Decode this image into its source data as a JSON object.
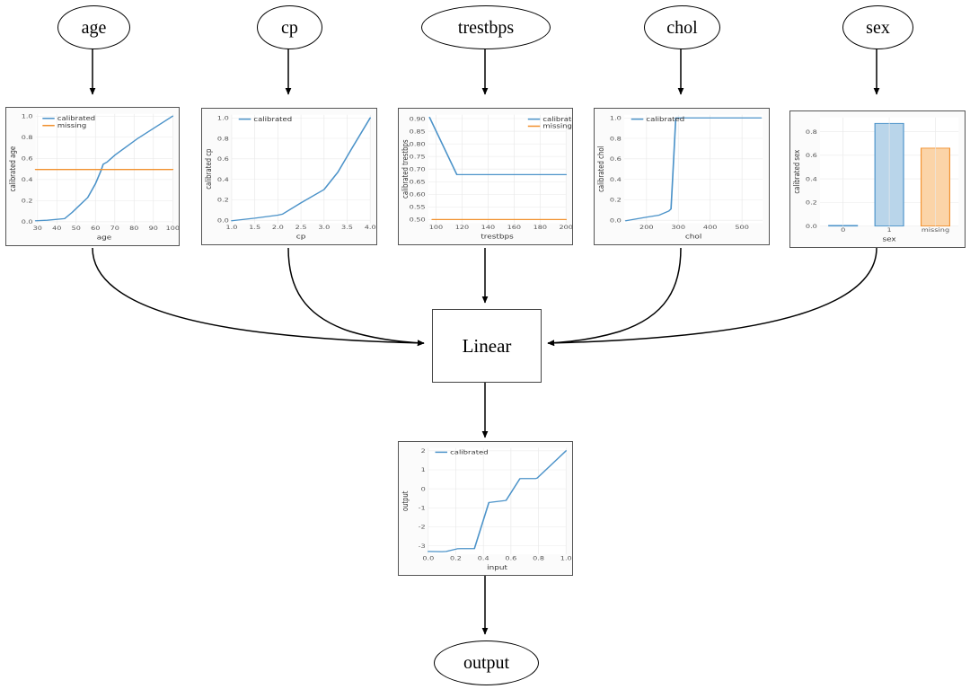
{
  "graph": {
    "input_nodes": [
      {
        "id": "age",
        "label": "age"
      },
      {
        "id": "cp",
        "label": "cp"
      },
      {
        "id": "trestbps",
        "label": "trestbps"
      },
      {
        "id": "chol",
        "label": "chol"
      },
      {
        "id": "sex",
        "label": "sex"
      }
    ],
    "linear_node": {
      "label": "Linear"
    },
    "output_node": {
      "label": "output"
    }
  },
  "legend_labels": {
    "calibrated": "calibrated",
    "missing": "missing"
  },
  "colors": {
    "calibrated": "#4c93c9",
    "missing": "#f1912f",
    "bar_blue_fill": "#b9d5ea",
    "bar_blue_edge": "#4c93c9",
    "bar_orange_fill": "#fbd4a8",
    "bar_orange_edge": "#f1912f",
    "panel_border": "#555555",
    "panel_bg": "#fbfbfb",
    "plot_bg": "#ffffff",
    "grid": "#e9e9e9"
  },
  "chart_data": [
    {
      "id": "age",
      "type": "line",
      "title": "",
      "xlabel": "age",
      "ylabel": "calibrated age",
      "xlim": [
        29,
        100
      ],
      "ylim": [
        -0.02,
        1.02
      ],
      "xticks": [
        30,
        40,
        50,
        60,
        70,
        80,
        90,
        100
      ],
      "yticks": [
        0.0,
        0.2,
        0.4,
        0.6,
        0.8,
        1.0
      ],
      "grid": true,
      "legend": [
        "calibrated",
        "missing"
      ],
      "legend_position": "upper left",
      "series": [
        {
          "name": "calibrated",
          "color": "#4c93c9",
          "x": [
            29,
            35,
            44,
            48,
            52,
            56,
            60,
            63,
            64,
            66,
            70,
            76,
            82,
            88,
            94,
            100
          ],
          "y": [
            0.01,
            0.015,
            0.03,
            0.09,
            0.16,
            0.23,
            0.36,
            0.49,
            0.545,
            0.565,
            0.63,
            0.71,
            0.79,
            0.86,
            0.93,
            1.0
          ]
        },
        {
          "name": "missing",
          "color": "#f1912f",
          "x": [
            29,
            100
          ],
          "y": [
            0.495,
            0.495
          ]
        }
      ]
    },
    {
      "id": "cp",
      "type": "line",
      "title": "",
      "xlabel": "cp",
      "ylabel": "calibrated cp",
      "xlim": [
        1.0,
        4.0
      ],
      "ylim": [
        -0.03,
        1.03
      ],
      "xticks": [
        1.0,
        1.5,
        2.0,
        2.5,
        3.0,
        3.5,
        4.0
      ],
      "yticks": [
        0.0,
        0.2,
        0.4,
        0.6,
        0.8,
        1.0
      ],
      "grid": true,
      "legend": [
        "calibrated"
      ],
      "legend_position": "upper left",
      "series": [
        {
          "name": "calibrated",
          "color": "#4c93c9",
          "x": [
            1.0,
            1.5,
            2.0,
            2.1,
            2.5,
            3.0,
            3.3,
            3.6,
            4.0
          ],
          "y": [
            -0.005,
            0.02,
            0.05,
            0.06,
            0.17,
            0.3,
            0.47,
            0.7,
            1.0
          ]
        }
      ]
    },
    {
      "id": "trestbps",
      "type": "line",
      "title": "",
      "xlabel": "trestbps",
      "ylabel": "calibrated trestbps",
      "xlim": [
        94,
        200
      ],
      "ylim": [
        0.485,
        0.915
      ],
      "xticks": [
        100,
        120,
        140,
        160,
        180,
        200
      ],
      "yticks": [
        0.5,
        0.55,
        0.6,
        0.65,
        0.7,
        0.75,
        0.8,
        0.85,
        0.9
      ],
      "grid": true,
      "legend": [
        "calibrated",
        "missing"
      ],
      "legend_position": "upper right",
      "series": [
        {
          "name": "calibrated",
          "color": "#4c93c9",
          "x": [
            95,
            116,
            120,
            160,
            200
          ],
          "y": [
            0.905,
            0.678,
            0.678,
            0.678,
            0.678
          ]
        },
        {
          "name": "missing",
          "color": "#f1912f",
          "x": [
            97,
            200
          ],
          "y": [
            0.5,
            0.5
          ]
        }
      ]
    },
    {
      "id": "chol",
      "type": "line",
      "title": "",
      "xlabel": "chol",
      "ylabel": "calibrated chol",
      "xlim": [
        130,
        565
      ],
      "ylim": [
        -0.03,
        1.03
      ],
      "xticks": [
        200,
        300,
        400,
        500
      ],
      "yticks": [
        0.0,
        0.2,
        0.4,
        0.6,
        0.8,
        1.0
      ],
      "grid": true,
      "legend": [
        "calibrated"
      ],
      "legend_position": "upper left",
      "series": [
        {
          "name": "calibrated",
          "color": "#4c93c9",
          "x": [
            135,
            200,
            240,
            270,
            277,
            282,
            292,
            340,
            420,
            500,
            560
          ],
          "y": [
            -0.005,
            0.03,
            0.05,
            0.09,
            0.11,
            0.4,
            1.0,
            1.0,
            1.0,
            1.0,
            1.0
          ]
        }
      ]
    },
    {
      "id": "sex",
      "type": "bar",
      "title": "",
      "xlabel": "sex",
      "ylabel": "calibrated sex",
      "ylim": [
        0,
        0.92
      ],
      "yticks": [
        0.0,
        0.2,
        0.4,
        0.6,
        0.8
      ],
      "grid": true,
      "categories": [
        "0",
        "1",
        "missing"
      ],
      "values": [
        0.005,
        0.87,
        0.66
      ],
      "bar_colors": [
        "#4c93c9",
        "#b9d5ea",
        "#fbd4a8"
      ],
      "bar_edges": [
        "#4c93c9",
        "#4c93c9",
        "#f1912f"
      ],
      "legend": [],
      "legend_position": "none"
    },
    {
      "id": "output",
      "type": "line",
      "title": "",
      "xlabel": "input",
      "ylabel": "output",
      "xlim": [
        0.0,
        1.0
      ],
      "ylim": [
        -3.45,
        2.15
      ],
      "xticks": [
        0.0,
        0.2,
        0.4,
        0.6,
        0.8,
        1.0
      ],
      "yticks": [
        -3,
        -2,
        -1,
        0,
        1,
        2
      ],
      "grid": true,
      "legend": [
        "calibrated"
      ],
      "legend_position": "upper left",
      "series": [
        {
          "name": "calibrated",
          "color": "#4c93c9",
          "x": [
            0.0,
            0.1,
            0.13,
            0.21,
            0.235,
            0.335,
            0.44,
            0.455,
            0.55,
            0.565,
            0.665,
            0.675,
            0.78,
            0.79,
            1.0
          ],
          "y": [
            -3.3,
            -3.31,
            -3.3,
            -3.16,
            -3.15,
            -3.15,
            -0.72,
            -0.71,
            -0.63,
            -0.61,
            0.53,
            0.54,
            0.54,
            0.56,
            2.0
          ]
        }
      ]
    }
  ]
}
